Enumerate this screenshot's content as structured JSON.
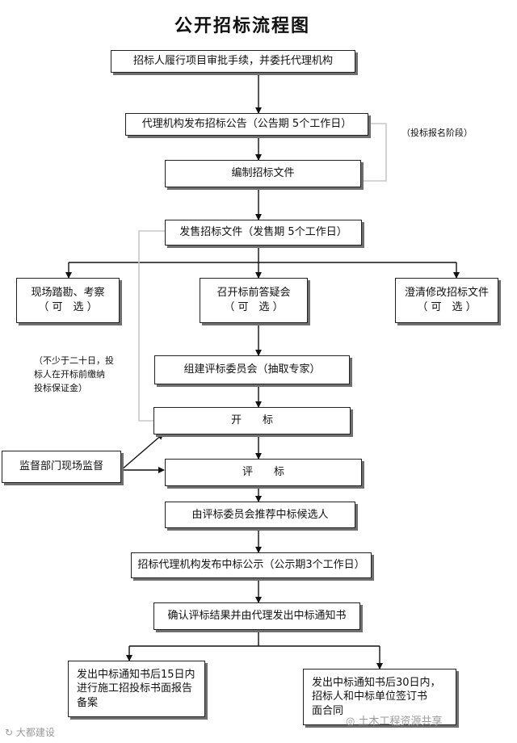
{
  "title": "公开招标流程图",
  "steps": {
    "s1": "招标人履行项目审批手续，并委托代理机构",
    "s2": "代理机构发布招标公告（公告期 5个工作日）",
    "s3": "编制招标文件",
    "s4": "发售招标文件（发售期 5个工作日）",
    "s5a": [
      "现场踏勘、考察",
      "（ 可　选 ）"
    ],
    "s5b": [
      "召开标前答疑会",
      "（ 可　选 ）"
    ],
    "s5c": [
      "澄清修改招标文件",
      "（ 可　选 ）"
    ],
    "s6": "组建评标委员会（抽取专家）",
    "s7": "开　　标",
    "s8": "评　　标",
    "s9": "由评标委员会推荐中标候选人",
    "s10": "招标代理机构发布中标公示（公示期3个工作日）",
    "s11": "确认评标结果并由代理发出中标通知书",
    "s12a": [
      "发出中标通知书后15日内",
      "进行施工招投标书面报告",
      "备案"
    ],
    "s12b": [
      "发出中标通知书后30日内，",
      "招标人和中标单位签订书",
      "面合同"
    ]
  },
  "side": {
    "supervision": "监督部门现场监督",
    "bidding_stage_note": "（投标报名阶段）",
    "deposit_note": [
      "（不少于二十日，投",
      "标人在开标前缴纳",
      "投标保证金）"
    ]
  },
  "watermark": {
    "left": "大都建设",
    "right": "土木工程资源共享"
  }
}
